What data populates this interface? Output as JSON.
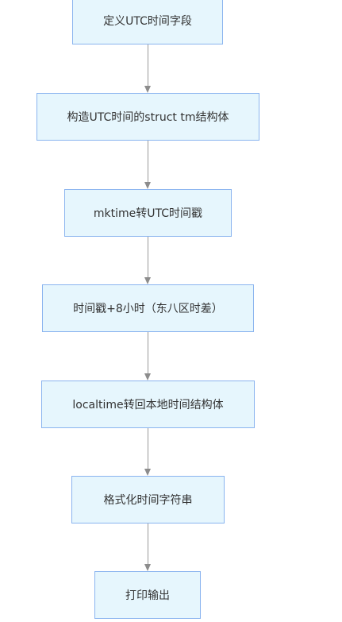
{
  "diagram": {
    "type": "flowchart",
    "direction": "top-to-bottom",
    "colors": {
      "node_fill": "#e6f6fd",
      "node_border": "#8ab4ef",
      "edge": "#9a9a9a",
      "text": "#333333"
    },
    "nodes": [
      {
        "id": "n1",
        "label": "定义UTC时间字段"
      },
      {
        "id": "n2",
        "label": "构造UTC时间的struct tm结构体"
      },
      {
        "id": "n3",
        "label": "mktime转UTC时间戳"
      },
      {
        "id": "n4",
        "label": "时间戳+8小时（东八区时差）"
      },
      {
        "id": "n5",
        "label": "localtime转回本地时间结构体"
      },
      {
        "id": "n6",
        "label": "格式化时间字符串"
      },
      {
        "id": "n7",
        "label": "打印输出"
      }
    ],
    "edges": [
      {
        "from": "n1",
        "to": "n2"
      },
      {
        "from": "n2",
        "to": "n3"
      },
      {
        "from": "n3",
        "to": "n4"
      },
      {
        "from": "n4",
        "to": "n5"
      },
      {
        "from": "n5",
        "to": "n6"
      },
      {
        "from": "n6",
        "to": "n7"
      }
    ]
  }
}
